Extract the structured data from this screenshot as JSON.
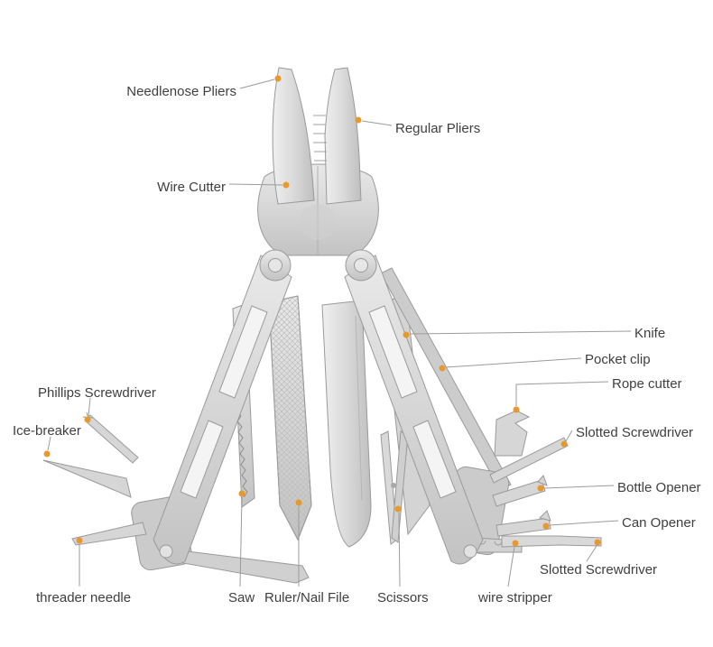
{
  "diagram": {
    "labels": [
      {
        "id": "needlenose-pliers",
        "text": "Needlenose Pliers"
      },
      {
        "id": "regular-pliers",
        "text": "Regular Pliers"
      },
      {
        "id": "wire-cutter",
        "text": "Wire Cutter"
      },
      {
        "id": "knife",
        "text": "Knife"
      },
      {
        "id": "pocket-clip",
        "text": "Pocket clip"
      },
      {
        "id": "rope-cutter",
        "text": "Rope cutter"
      },
      {
        "id": "slotted-screwdriver-upper",
        "text": "Slotted Screwdriver"
      },
      {
        "id": "bottle-opener",
        "text": "Bottle Opener"
      },
      {
        "id": "can-opener",
        "text": "Can Opener"
      },
      {
        "id": "slotted-screwdriver-lower",
        "text": "Slotted Screwdriver"
      },
      {
        "id": "phillips-screwdriver",
        "text": "Phillips Screwdriver"
      },
      {
        "id": "ice-breaker",
        "text": "Ice-breaker"
      },
      {
        "id": "threader-needle",
        "text": "threader needle"
      },
      {
        "id": "saw",
        "text": "Saw"
      },
      {
        "id": "ruler-nail-file",
        "text": "Ruler/Nail File"
      },
      {
        "id": "scissors",
        "text": "Scissors"
      },
      {
        "id": "wire-stripper",
        "text": "wire stripper"
      }
    ],
    "colors": {
      "dot": "#E8992E",
      "line": "#9b9b9b",
      "text": "#3f3f3f",
      "background": "#ffffff"
    }
  }
}
